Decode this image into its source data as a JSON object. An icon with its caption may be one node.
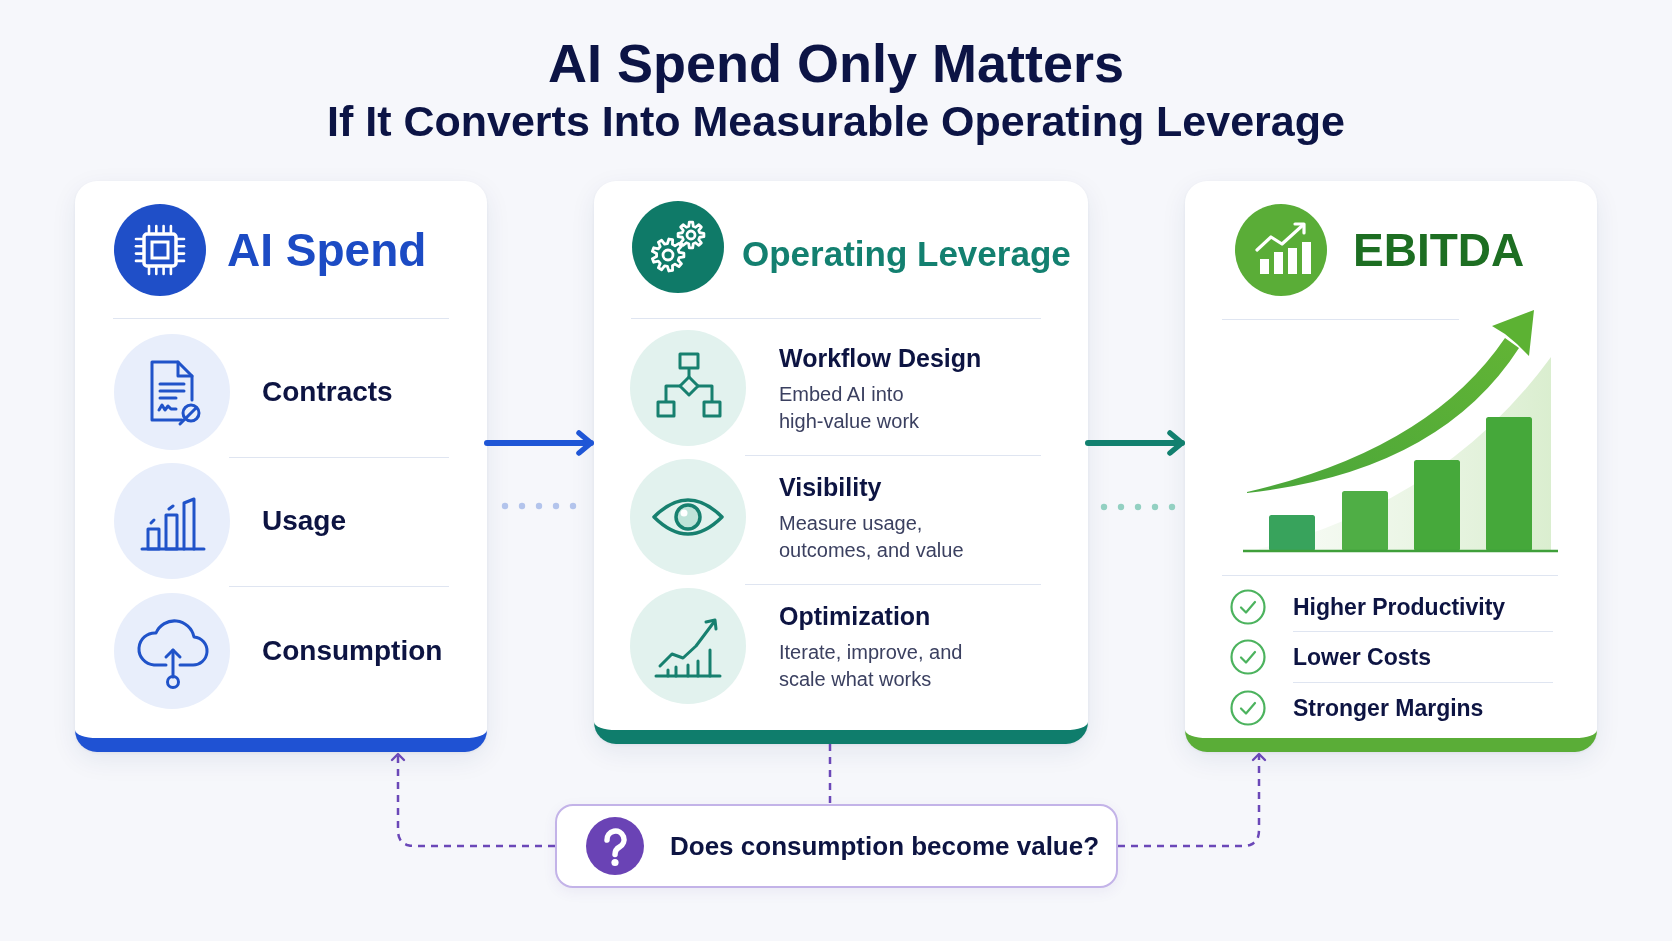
{
  "diagram": {
    "title": "AI Spend Only Matters",
    "nodes": [
      {
        "text": [
          "AI Spend",
          "Contracts",
          "Usage",
          "Consumption"
        ]
      },
      {
        "text": [
          "Operating Leverage",
          "Workflow Design",
          "Embed AI into high-value work",
          "Visibility",
          "Measure usage, outcomes, and value",
          "Optimization",
          "Iterate, improve, and scale what works"
        ]
      },
      {
        "text": [
          "EBITDA",
          "Higher Productivity",
          "Lower Costs",
          "Stronger Margins"
        ]
      },
      {
        "text": [
          "Does consumption become value?"
        ]
      }
    ],
    "edges": [
      {
        "from": 0,
        "to": 1,
        "arrow": "to",
        "style": "thick",
        "color": "#1f56d6"
      },
      {
        "from": 1,
        "to": 2,
        "arrow": "to",
        "style": "thick",
        "color": "#12806f"
      },
      {
        "from": 1,
        "to": 3,
        "arrow": "none",
        "style": "dashed"
      },
      {
        "from": 3,
        "to": 0,
        "arrow": "to",
        "style": "dashed"
      },
      {
        "from": 3,
        "to": 2,
        "arrow": "to",
        "style": "dashed"
      }
    ],
    "labels": [
      "If It Converts Into Measurable Operating Leverage"
    ]
  }
}
